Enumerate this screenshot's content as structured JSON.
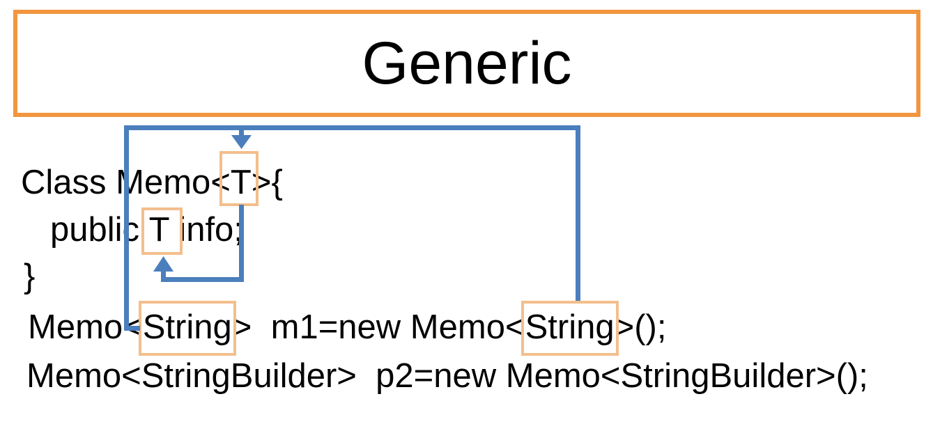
{
  "title": {
    "text": "Generic"
  },
  "code": {
    "lines": [
      {
        "segments": [
          {
            "text": "Class Memo<"
          },
          {
            "text": "T",
            "boxed": true
          },
          {
            "text": ">{"
          }
        ]
      },
      {
        "segments": [
          {
            "text": "public "
          },
          {
            "text": "T",
            "boxed": true
          },
          {
            "text": " info;"
          }
        ]
      },
      {
        "segments": [
          {
            "text": "}"
          }
        ]
      },
      {
        "segments": [
          {
            "text": "Memo<"
          },
          {
            "text": "String",
            "boxed": true
          },
          {
            "text": ">  m1=new Memo<"
          },
          {
            "text": "String",
            "boxed": true
          },
          {
            "text": ">();"
          }
        ]
      },
      {
        "segments": [
          {
            "text": "Memo<StringBuilder>  p2=new Memo<StringBuilder>();"
          }
        ]
      }
    ]
  },
  "diagram": {
    "arrows": [
      {
        "name": "string-args-to-type-param",
        "description": "elbow line from both String boxes up and across, arrowhead pointing down into T box of Memo<T>"
      },
      {
        "name": "type-param-to-field",
        "description": "elbow line from T box of Memo<T> down and left, arrowhead pointing up into T box of public T info"
      }
    ]
  },
  "colors": {
    "connector_blue": "#4B7EBC",
    "box_orange": "#F3BE8C",
    "title_border_orange": "#F2953F",
    "text_black": "#000000",
    "background": "#FFFFFF"
  }
}
